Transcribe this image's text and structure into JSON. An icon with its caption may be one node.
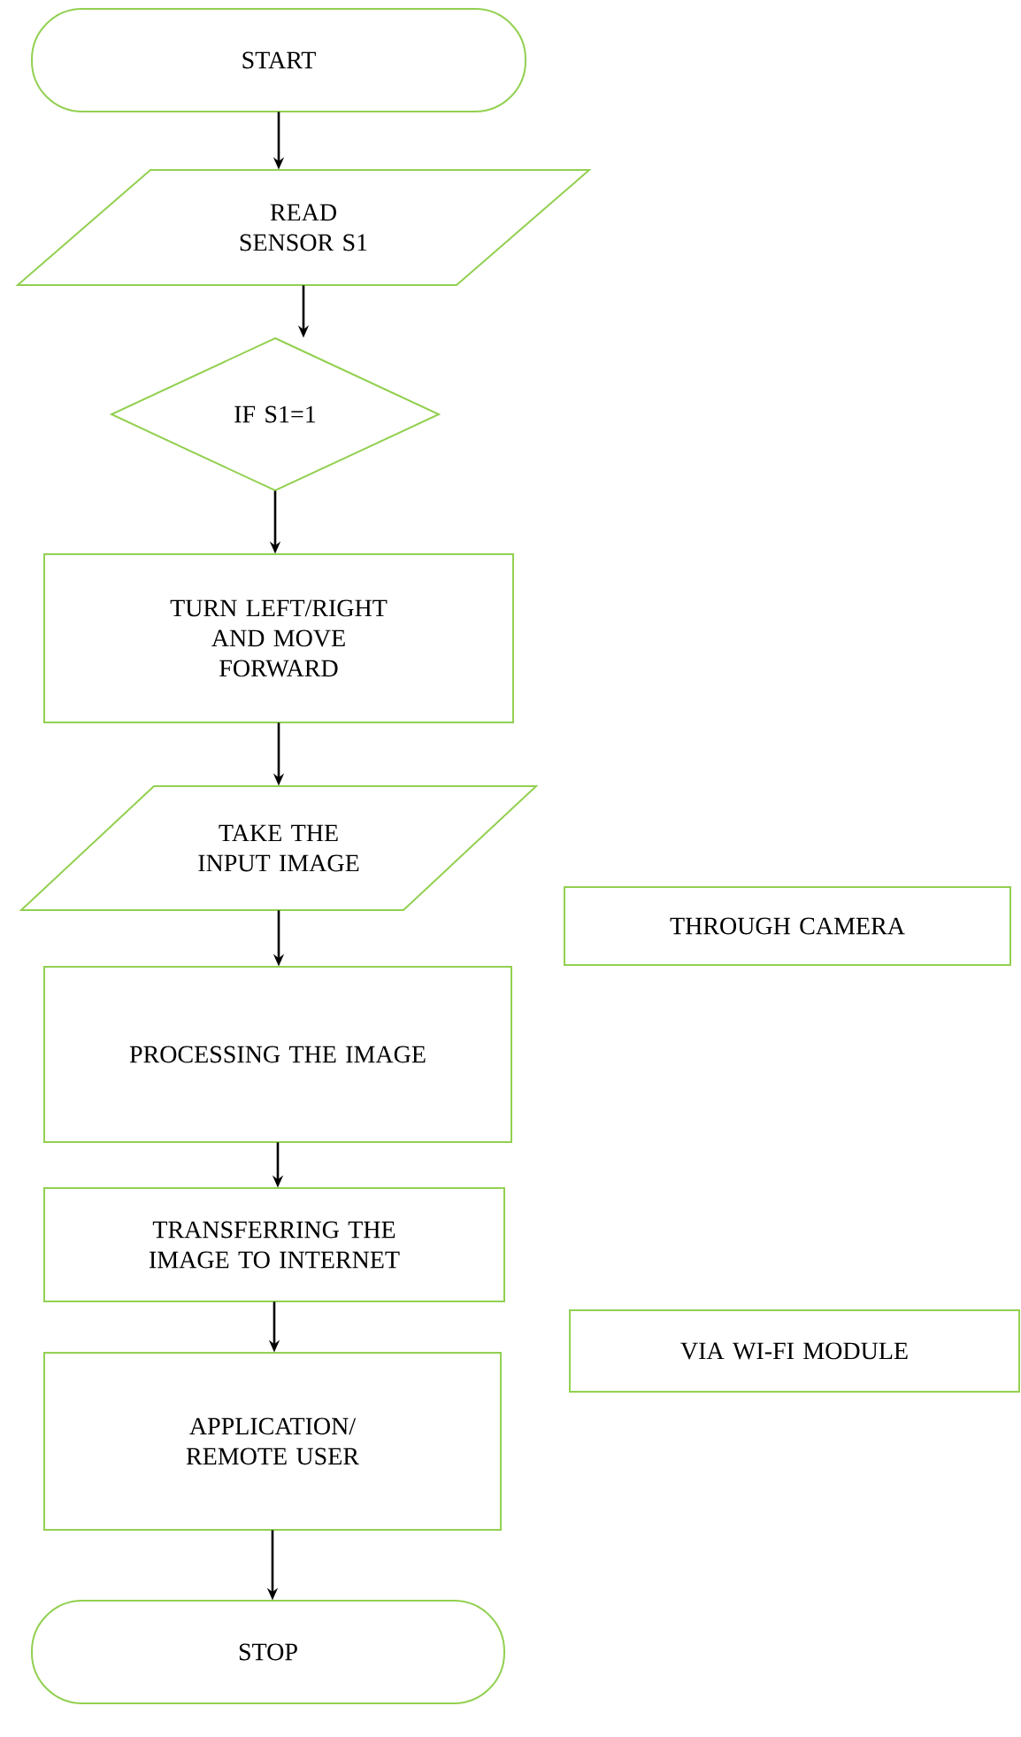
{
  "diagram": {
    "nodes": [
      {
        "text": [
          "START"
        ]
      },
      {
        "text": [
          "READ SENSOR S1"
        ]
      },
      {
        "text": [
          "IF S1=1"
        ]
      },
      {
        "text": [
          "TURN LEFT/RIGHT AND MOVE FORWARD"
        ]
      },
      {
        "text": [
          "TAKE THE INPUT IMAGE"
        ]
      },
      {
        "text": [
          "THROUGH CAMERA"
        ]
      },
      {
        "text": [
          "PROCESSING THE IMAGE"
        ]
      },
      {
        "text": [
          "TRANSFERRING THE IMAGE TO INTERNET"
        ]
      },
      {
        "text": [
          "VIA WI-FI MODULE"
        ]
      },
      {
        "text": [
          "APPLICATION/ REMOTE USER"
        ]
      },
      {
        "text": [
          "STOP"
        ]
      }
    ],
    "edges": [
      {
        "from": 0,
        "to": 1,
        "arrow": "to"
      },
      {
        "from": 1,
        "to": 2,
        "arrow": "to"
      },
      {
        "from": 2,
        "to": 3,
        "arrow": "to"
      },
      {
        "from": 3,
        "to": 4,
        "arrow": "to"
      },
      {
        "from": 4,
        "to": 6,
        "arrow": "to"
      },
      {
        "from": 6,
        "to": 7,
        "arrow": "to"
      },
      {
        "from": 7,
        "to": 9,
        "arrow": "to"
      },
      {
        "from": 9,
        "to": 10,
        "arrow": "to"
      }
    ]
  }
}
